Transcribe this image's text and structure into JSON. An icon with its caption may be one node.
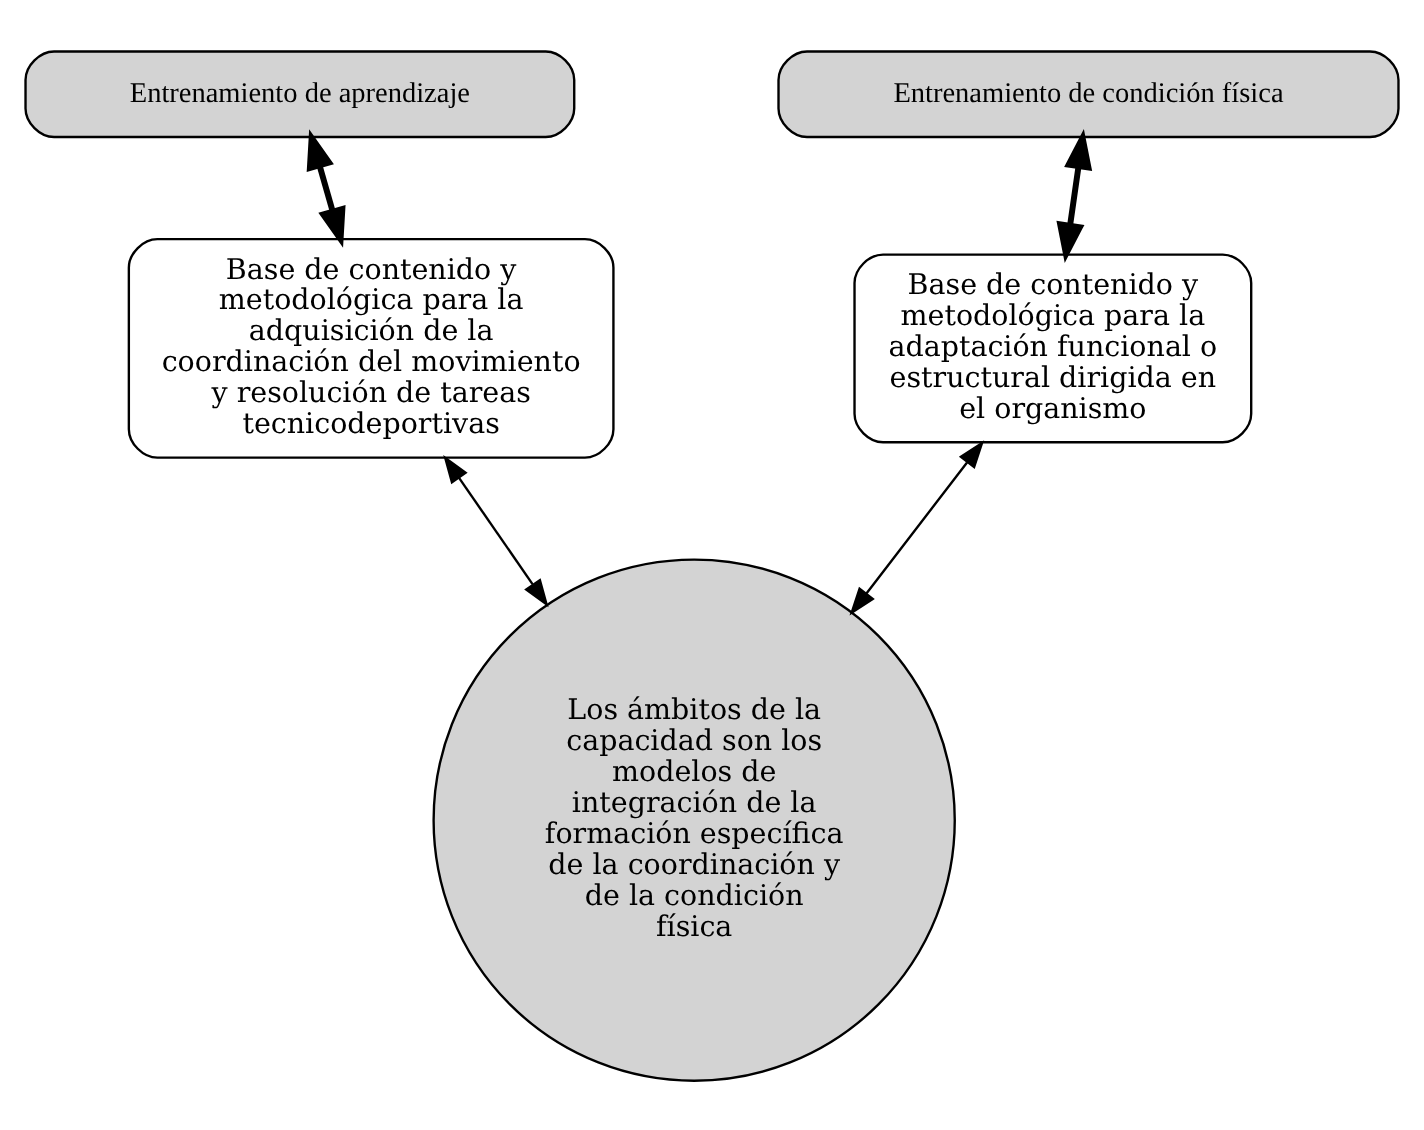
{
  "diagram": {
    "nodes": [
      {
        "text": [
          "Entrenamiento de aprendizaje"
        ]
      },
      {
        "text": [
          "Entrenamiento de condición física"
        ]
      },
      {
        "text": [
          "Base de contenido y metodológica para la adquisición de la coordinación del movimiento y resolución de tareas tecnicodeportivas"
        ]
      },
      {
        "text": [
          "Base de contenido y metodológica para la adaptación funcional o estructural dirigida en el organismo"
        ]
      },
      {
        "text": [
          "Los ámbitos de la capacidad son los modelos de integración de la formación específica de la coordinación y de la condición física"
        ]
      }
    ],
    "edges": [
      {
        "from": 0,
        "to": 2,
        "arrow": "both",
        "style": "thick"
      },
      {
        "from": 1,
        "to": 3,
        "arrow": "both",
        "style": "thick"
      },
      {
        "from": 2,
        "to": 4,
        "arrow": "both"
      },
      {
        "from": 3,
        "to": 4,
        "arrow": "both"
      }
    ]
  }
}
